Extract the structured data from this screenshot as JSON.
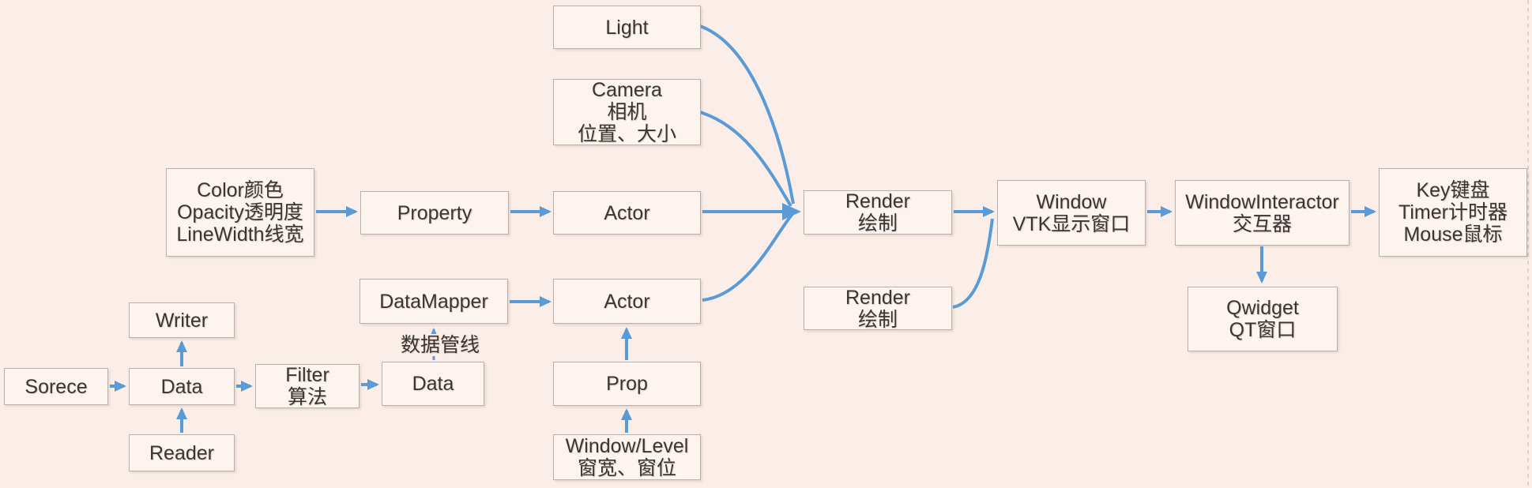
{
  "canvas": {
    "bg_color": "#fbeee8",
    "node_fill_color": "#fdf3ef",
    "node_border_color": "#b5b1ae",
    "arrow_color": "#5b9bd5",
    "text_color": "#3a3532",
    "slide_edge_color": "#d2cac4"
  },
  "nodes": {
    "light": {
      "lines": [
        "Light"
      ]
    },
    "camera": {
      "lines": [
        "Camera",
        "相机",
        "位置、大小"
      ]
    },
    "color_property": {
      "lines": [
        "Color颜色",
        "Opacity透明度",
        "LineWidth线宽"
      ]
    },
    "property": {
      "lines": [
        "Property"
      ]
    },
    "actor_top": {
      "lines": [
        "Actor"
      ]
    },
    "render_top": {
      "lines": [
        "Render",
        "绘制"
      ]
    },
    "data_mapper": {
      "lines": [
        "DataMapper"
      ]
    },
    "actor_bottom": {
      "lines": [
        "Actor"
      ]
    },
    "render_bottom": {
      "lines": [
        "Render",
        "绘制"
      ]
    },
    "window": {
      "lines": [
        "Window",
        "VTK显示窗口"
      ]
    },
    "window_interactor": {
      "lines": [
        "WindowInteractor",
        "交互器"
      ]
    },
    "key_timer_mouse": {
      "lines": [
        "Key键盘",
        "Timer计时器",
        "Mouse鼠标"
      ]
    },
    "qwidget": {
      "lines": [
        "Qwidget",
        "QT窗口"
      ]
    },
    "writer": {
      "lines": [
        "Writer"
      ]
    },
    "sorece": {
      "lines": [
        "Sorece"
      ]
    },
    "data_left": {
      "lines": [
        "Data"
      ]
    },
    "reader": {
      "lines": [
        "Reader"
      ]
    },
    "filter": {
      "lines": [
        "Filter",
        "算法"
      ]
    },
    "data_mid": {
      "lines": [
        "Data"
      ]
    },
    "prop": {
      "lines": [
        "Prop"
      ]
    },
    "window_level": {
      "lines": [
        "Window/Level",
        "窗宽、窗位"
      ]
    }
  },
  "labels": {
    "pipeline": "数据管线"
  }
}
